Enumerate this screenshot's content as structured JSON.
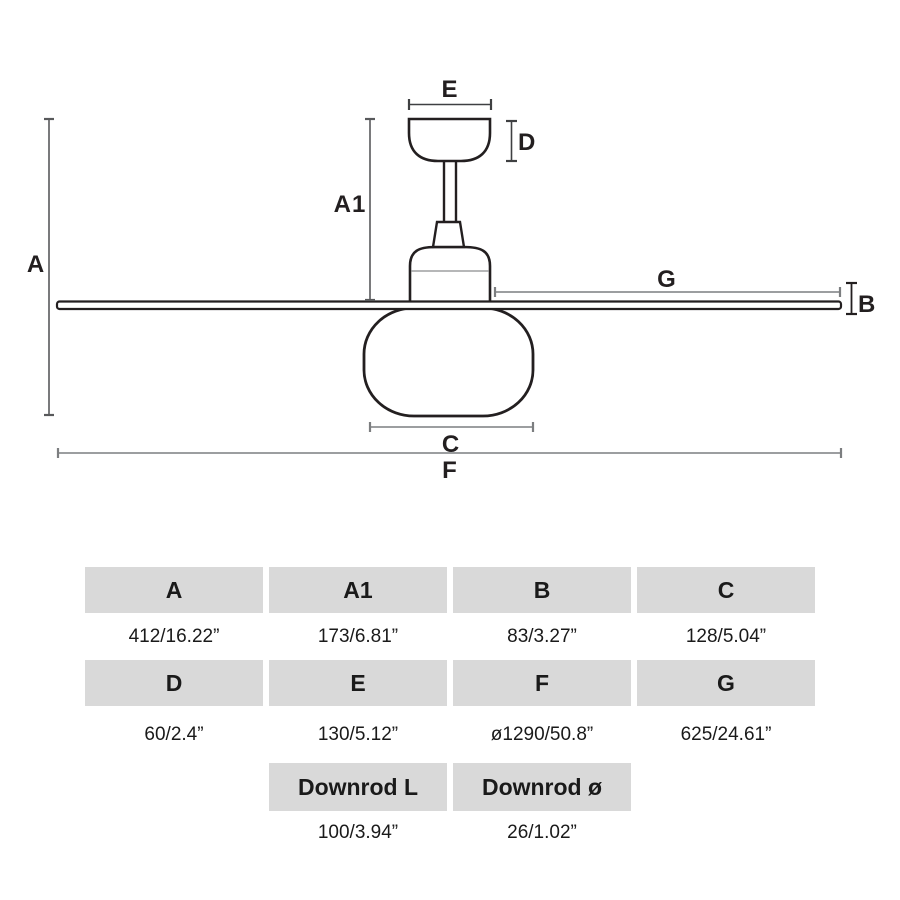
{
  "diagram": {
    "labels": {
      "A": "A",
      "A1": "A1",
      "B": "B",
      "C": "C",
      "D": "D",
      "E": "E",
      "F": "F",
      "G": "G"
    }
  },
  "table": {
    "row1": {
      "h": [
        "A",
        "A1",
        "B",
        "C"
      ],
      "v": [
        "412/16.22”",
        "173/6.81”",
        "83/3.27”",
        "128/5.04”"
      ]
    },
    "row2": {
      "h": [
        "D",
        "E",
        "F",
        "G"
      ],
      "v": [
        "60/2.4”",
        "130/5.12”",
        "ø1290/50.8”",
        "625/24.61”"
      ]
    },
    "row3": {
      "h": [
        "Downrod L",
        "Downrod ø"
      ],
      "v": [
        "100/3.94”",
        "26/1.02”"
      ]
    }
  },
  "colors": {
    "outline": "#231f20",
    "dim_line_dark": "#3f4042",
    "dim_line_gray": "#7c7e80",
    "header_bg": "#d9d9d9",
    "text": "#1a1a1a"
  }
}
